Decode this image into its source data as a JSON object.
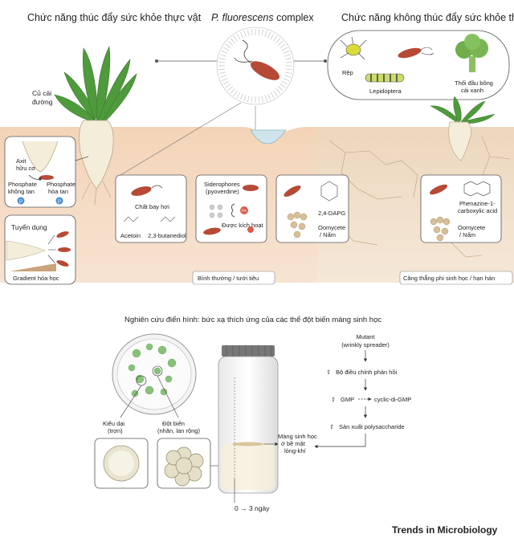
{
  "header": {
    "left_title": "Chức năng thúc đẩy sức khỏe thực vật",
    "center_title_italic": "P. fluorescens",
    "center_title_rest": " complex",
    "right_title": "Chức năng không thúc đẩy sức khỏe thực vật"
  },
  "plant_label": [
    "Củ cải",
    "đường"
  ],
  "insets": {
    "phosphate": {
      "acid": [
        "Axit",
        "hữu cơ"
      ],
      "insoluble": [
        "Phosphate",
        "không tan"
      ],
      "soluble": [
        "Phosphate",
        "hòa tan"
      ],
      "p_symbol": "P"
    },
    "recruit": {
      "title": "Tuyển dụng",
      "gradient": "Gradient hóa học"
    }
  },
  "pests": {
    "aphid": "Rệp",
    "lepidoptera": "Lepidoptera",
    "broccoli": [
      "Thối đầu bông",
      "cải xanh"
    ]
  },
  "boxes": {
    "volatiles": {
      "title": "Chất bay hơi",
      "acetoin": "Acetoin",
      "butanediol": "2,3-butanediol"
    },
    "siderophores": {
      "title": [
        "Siderophores",
        "(pyoverdine)"
      ],
      "activated": "Được kích hoạt",
      "fe": "Fe"
    },
    "dapg": {
      "compound": "2,4-DAPG",
      "target": [
        "Oomycete",
        "/ Nấm"
      ]
    },
    "phenazine": {
      "compound": [
        "Phenazine-1-",
        "carboxylic acid"
      ],
      "target": [
        "Oomycete",
        "/ Nấm"
      ]
    }
  },
  "conditions": {
    "normal": "Bình thường / tưới tiêu",
    "stress": "Căng thẳng phi sinh học / hạn hán"
  },
  "case_study": {
    "title": "Nghiên cứu điển hình: bức xạ thích ứng của các thể đột biến màng sinh học",
    "wildtype": [
      "Kiểu dại",
      "(trơn)"
    ],
    "mutant_colony": [
      "Đột biến",
      "(nhăn, lan rộng)"
    ],
    "biofilm": [
      "Màng sinh học",
      "ở bề mặt",
      "lỏng-khí"
    ],
    "time": "0 → 3 ngày",
    "pathway": {
      "mutant": [
        "Mutant",
        "(wrinkly spreader)"
      ],
      "step1": "Bộ điều chỉnh phản hồi",
      "step2_gmp": "GMP",
      "step2_cdg": "cyclic-di-GMP",
      "step3": "Sản xuất polysaccharide"
    }
  },
  "journal": "Trends in Microbiology",
  "colors": {
    "soil": "#f0c9a6",
    "soil_dry": "#e9d3b7",
    "leaf": "#4f9a3c",
    "bacterium": "#b64a36",
    "colony_green": "#88c27a",
    "water": "#cfe4ec"
  }
}
